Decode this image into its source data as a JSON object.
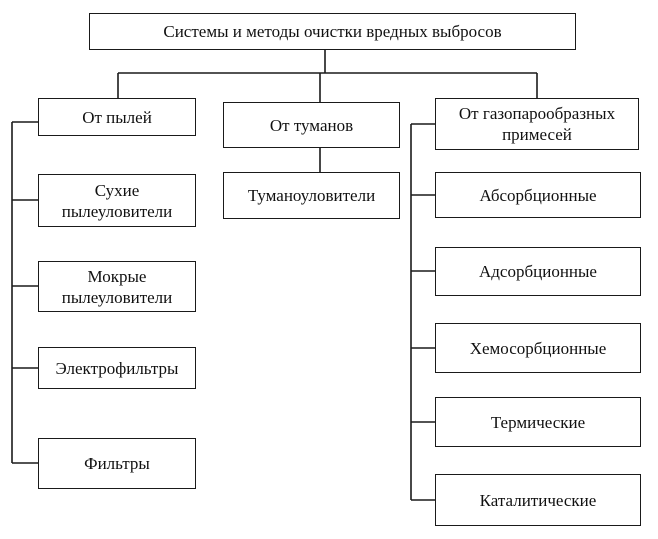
{
  "root": {
    "label": "Системы и методы очистки вредных выбросов"
  },
  "categories": [
    {
      "label": "От пылей",
      "items": [
        "Сухие\nпылеуловители",
        "Мокрые\nпылеуловители",
        "Электрофильтры",
        "Фильтры"
      ]
    },
    {
      "label": "От туманов",
      "items": [
        "Туманоуловители"
      ]
    },
    {
      "label": "От газопарообразных\nпримесей",
      "items": [
        "Абсорбционные",
        "Адсорбционные",
        "Хемосорбционные",
        "Термические",
        "Каталитические"
      ]
    }
  ]
}
